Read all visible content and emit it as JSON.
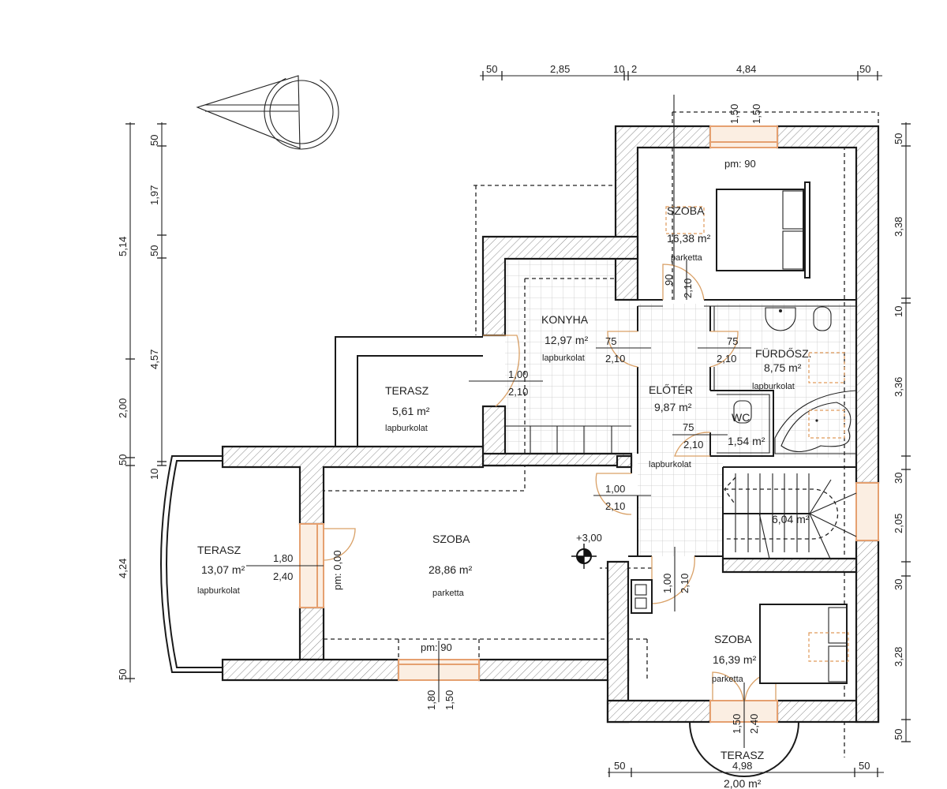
{
  "drawing": {
    "type": "floor plan",
    "level_marker": "+3,00"
  },
  "rooms": [
    {
      "id": "szoba-north",
      "name": "SZOBA",
      "area": "16,38 m²",
      "material": "parketta"
    },
    {
      "id": "konyha",
      "name": "KONYHA",
      "area": "12,97 m²",
      "material": "lapburkolat"
    },
    {
      "id": "eloter",
      "name": "ELŐTÉR",
      "area": "9,87 m²",
      "material": "lapburkolat"
    },
    {
      "id": "furdosz",
      "name": "FÜRDŐSZ.",
      "area": "8,75 m²",
      "material": "lapburkolat"
    },
    {
      "id": "wc",
      "name": "WC",
      "area": "1,54 m²",
      "material": ""
    },
    {
      "id": "terasz-small",
      "name": "TERASZ",
      "area": "5,61 m²",
      "material": "lapburkolat"
    },
    {
      "id": "terasz-west",
      "name": "TERASZ",
      "area": "13,07 m²",
      "material": "lapburkolat"
    },
    {
      "id": "szoba-main",
      "name": "SZOBA",
      "area": "28,86 m²",
      "material": "parketta"
    },
    {
      "id": "stairs",
      "name": "",
      "area": "6,04 m²",
      "material": ""
    },
    {
      "id": "szoba-south",
      "name": "SZOBA",
      "area": "16,39 m²",
      "material": "parketta"
    },
    {
      "id": "terasz-south",
      "name": "TERASZ",
      "area": "2,00 m²",
      "material": ""
    }
  ],
  "openings": {
    "north_window": {
      "sill": "pm: 90",
      "w": "1,50",
      "h": "1,50"
    },
    "szoba_door": {
      "w": "90",
      "h": "2,10"
    },
    "konyha_door": {
      "w": "75",
      "h": "2,10"
    },
    "furdo_door": {
      "w": "75",
      "h": "2,10"
    },
    "wc_door": {
      "w": "75",
      "h": "2,10"
    },
    "terasz_door": {
      "w": "1,00",
      "h": "2,10"
    },
    "main_door": {
      "w": "1,00",
      "h": "2,10"
    },
    "south_szoba_door": {
      "w": "1,00",
      "h": "2,10"
    },
    "west_door": {
      "w": "1,80",
      "h": "2,40",
      "sill": "pm: 0,00"
    },
    "south_window": {
      "sill": "pm: 90",
      "w": "1,80",
      "h": "1,50"
    },
    "balcony_door": {
      "w": "1,50",
      "h": "2,40"
    }
  },
  "dimensions": {
    "top": [
      "50",
      "2,85",
      "10",
      "2",
      "4,84",
      "50"
    ],
    "bottom": [
      "50",
      "4,98",
      "50"
    ],
    "left_outer": [
      "5,14",
      "2,00",
      "50",
      "4,24",
      "50"
    ],
    "left_inner": [
      "50",
      "1,97",
      "50",
      "4,57",
      "10"
    ],
    "right": [
      "50",
      "3,38",
      "10",
      "3,36",
      "30",
      "2,05",
      "30",
      "3,28",
      "50"
    ]
  }
}
